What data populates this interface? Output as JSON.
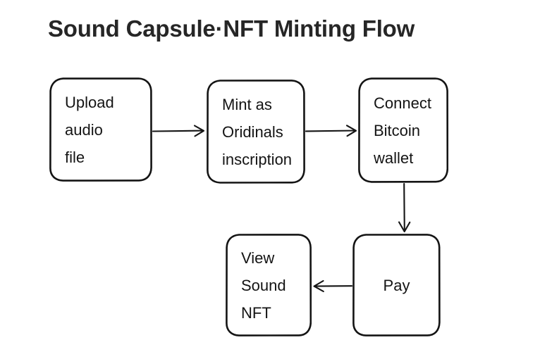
{
  "diagram": {
    "title": "Sound Capsule·NFT Minting Flow",
    "background_color": "#ffffff",
    "stroke_color": "#141414",
    "title_color": "#262626",
    "style": "hand-drawn-sketch",
    "nodes": [
      {
        "id": "upload",
        "label": "Upload\naudio\nfile",
        "align": "left"
      },
      {
        "id": "mint",
        "label": "Mint as\nOridinals\ninscription",
        "align": "left"
      },
      {
        "id": "connect",
        "label": "Connect\nBitcoin\nwallet",
        "align": "left"
      },
      {
        "id": "view",
        "label": "View\nSound\nNFT",
        "align": "left"
      },
      {
        "id": "pay",
        "label": "Pay",
        "align": "center"
      }
    ],
    "edges": [
      {
        "id": "upload-to-mint",
        "from": "upload",
        "to": "mint",
        "direction": "right"
      },
      {
        "id": "mint-to-connect",
        "from": "mint",
        "to": "connect",
        "direction": "right"
      },
      {
        "id": "connect-to-pay",
        "from": "connect",
        "to": "pay",
        "direction": "down"
      },
      {
        "id": "pay-to-view",
        "from": "pay",
        "to": "view",
        "direction": "left"
      }
    ]
  }
}
